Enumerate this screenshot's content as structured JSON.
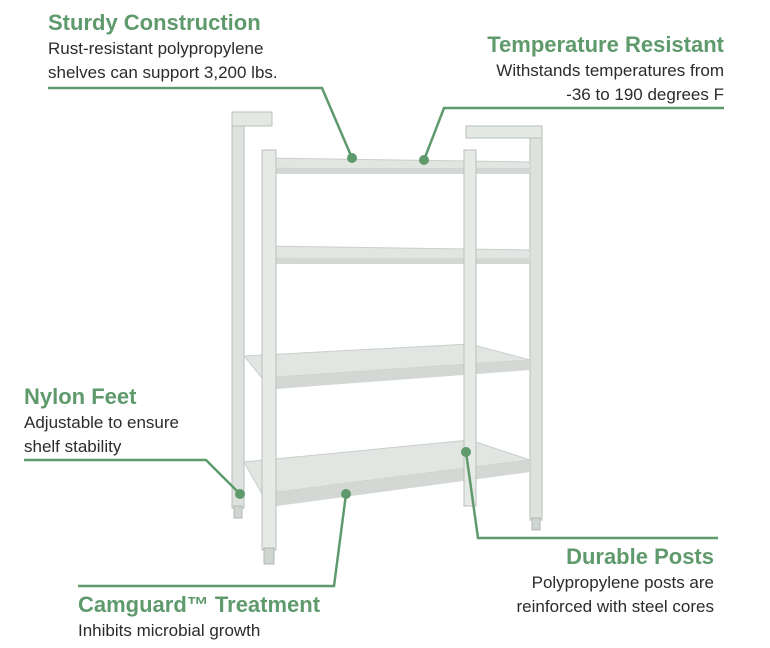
{
  "colors": {
    "accent": "#5f9a6d",
    "text": "#2b2b2b",
    "shelf": "#e2e6e3",
    "shelf_edge": "#c9cfcb"
  },
  "callouts": {
    "sturdy": {
      "title": "Sturdy Construction",
      "line1": "Rust-resistant polypropylene",
      "line2": "shelves can support 3,200 lbs."
    },
    "temperature": {
      "title": "Temperature Resistant",
      "line1": "Withstands temperatures from",
      "line2": "-36 to 190 degrees F"
    },
    "nylon": {
      "title": "Nylon Feet",
      "line1": "Adjustable to ensure",
      "line2": "shelf stability"
    },
    "posts": {
      "title": "Durable Posts",
      "line1": "Polypropylene posts are",
      "line2": "reinforced with steel cores"
    },
    "camguard": {
      "title": "Camguard™ Treatment",
      "line1": "Inhibits microbial growth"
    }
  }
}
